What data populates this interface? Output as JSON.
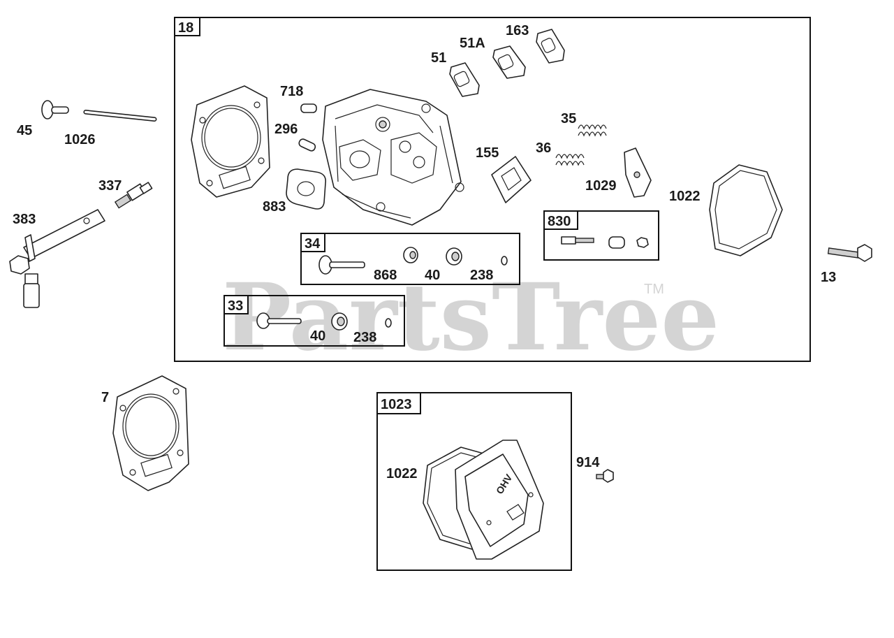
{
  "watermark": {
    "text": "PartsTree",
    "trademark": "TM"
  },
  "groups": {
    "g18": "18",
    "g34": "34",
    "g33": "33",
    "g830": "830",
    "g1023": "1023"
  },
  "callouts": {
    "c45": "45",
    "c1026": "1026",
    "c337": "337",
    "c383": "383",
    "c718": "718",
    "c296": "296",
    "c883": "883",
    "c51": "51",
    "c51a": "51A",
    "c163": "163",
    "c35": "35",
    "c36": "36",
    "c155": "155",
    "c1029": "1029",
    "c1022a": "1022",
    "c868": "868",
    "c40a": "40",
    "c238a": "238",
    "c40b": "40",
    "c238b": "238",
    "c13": "13",
    "c7": "7",
    "c1022b": "1022",
    "c914": "914"
  },
  "colors": {
    "line": "#222222",
    "watermark": "#d4d4d4",
    "background": "#ffffff"
  }
}
